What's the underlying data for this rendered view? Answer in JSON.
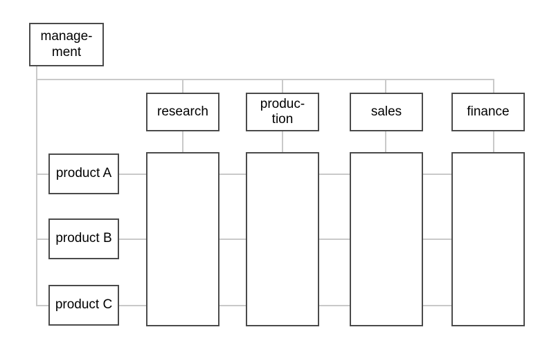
{
  "diagram": {
    "type": "matrix-organization-chart",
    "background_color": "#ffffff",
    "box_border_color": "#4a4a4a",
    "connector_color": "#c9c9c9",
    "root": {
      "label": "manage-\nment",
      "name": "management"
    },
    "departments": [
      {
        "name": "research",
        "label": "research"
      },
      {
        "name": "production",
        "label": "produc-\ntion"
      },
      {
        "name": "sales",
        "label": "sales"
      },
      {
        "name": "finance",
        "label": "finance"
      }
    ],
    "products": [
      {
        "name": "product-a",
        "label": "product A"
      },
      {
        "name": "product-b",
        "label": "product B"
      },
      {
        "name": "product-c",
        "label": "product C"
      }
    ],
    "matrix_cells": [
      {
        "name": "column-research",
        "label": ""
      },
      {
        "name": "column-production",
        "label": ""
      },
      {
        "name": "column-sales",
        "label": ""
      },
      {
        "name": "column-finance",
        "label": ""
      }
    ]
  }
}
